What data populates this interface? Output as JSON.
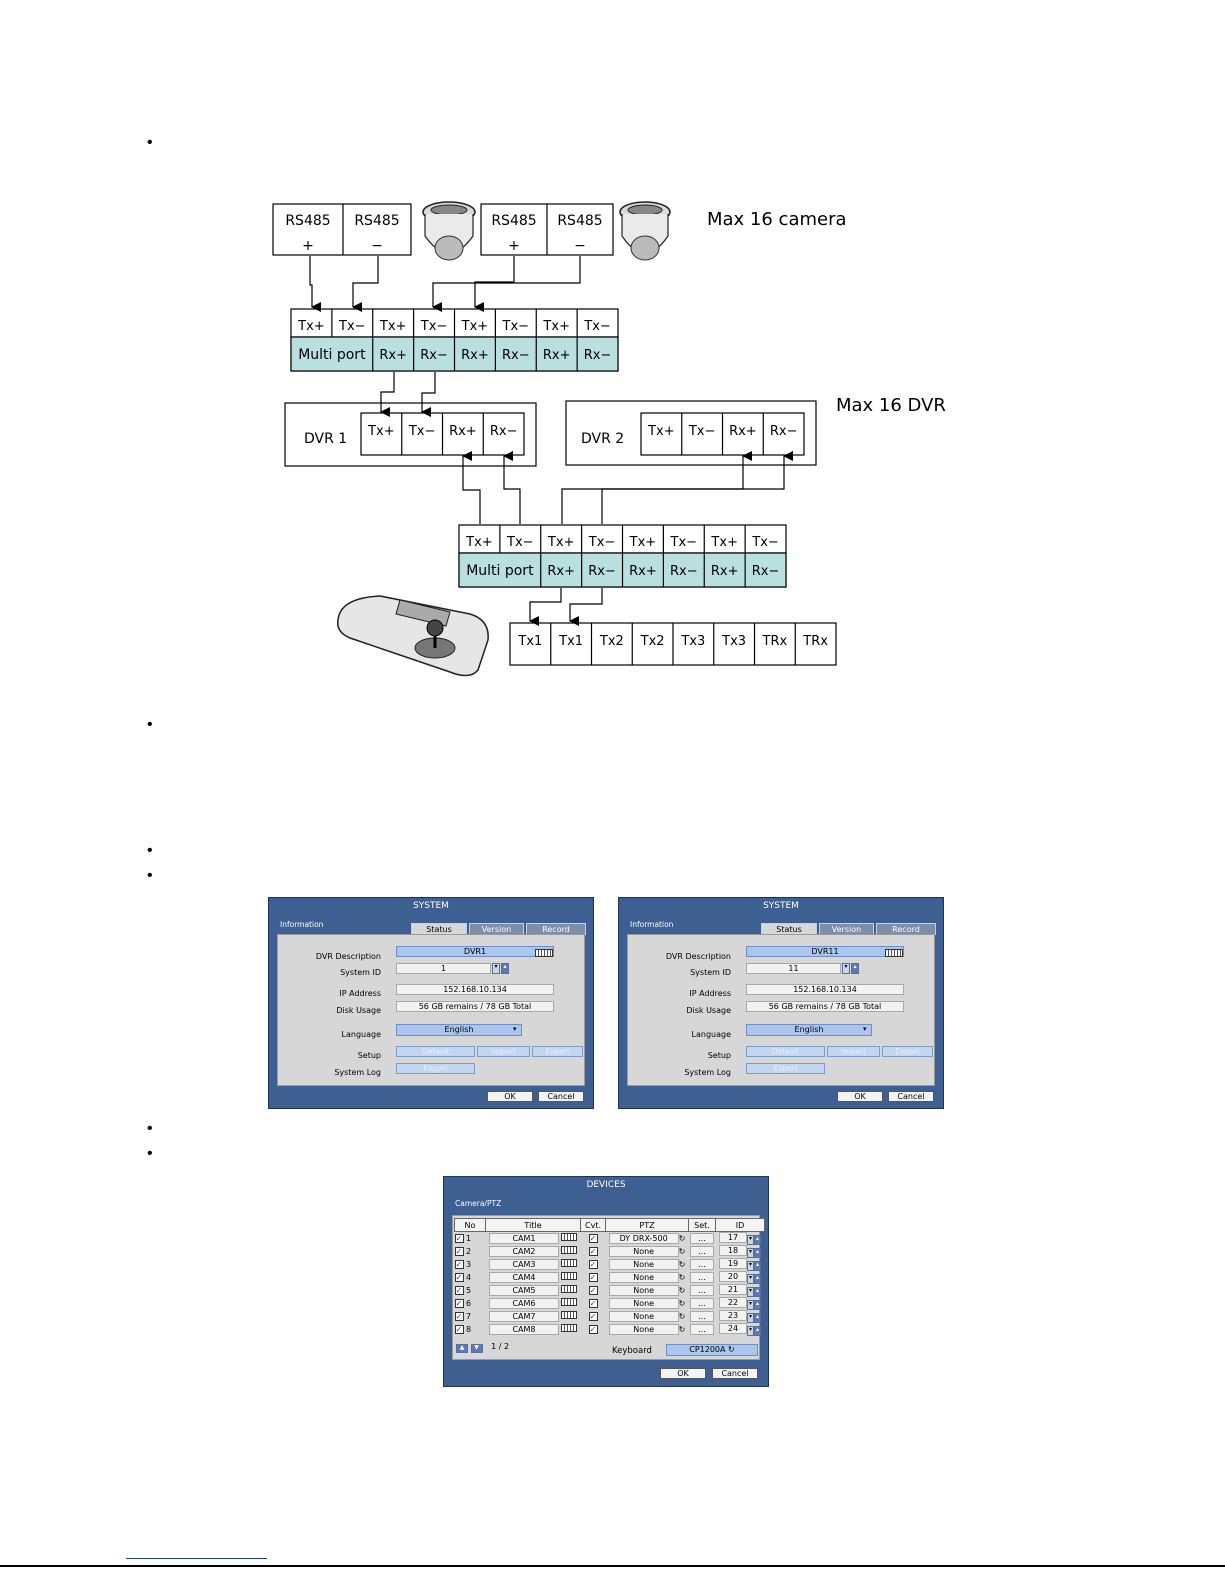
{
  "bullets": [
    "•",
    "•",
    "•",
    "•",
    "•",
    "•"
  ],
  "diagram": {
    "cams": [
      {
        "top": "RS485",
        "bottom": "+"
      },
      {
        "top": "RS485",
        "bottom": "−"
      },
      {
        "top": "RS485",
        "bottom": "+"
      },
      {
        "top": "RS485",
        "bottom": "−"
      }
    ],
    "max_camera": "Max 16 camera",
    "max_dvr": "Max 16 DVR",
    "hub_top": [
      "Tx+",
      "Tx−",
      "Tx+",
      "Tx−",
      "Tx+",
      "Tx−",
      "Tx+",
      "Tx−"
    ],
    "hub_multi": "Multi port",
    "hub_bottom": [
      "Rx+",
      "Rx−",
      "Rx+",
      "Rx−",
      "Rx+",
      "Rx−"
    ],
    "dvr1": {
      "name": "DVR 1",
      "ports": [
        "Tx+",
        "Tx−",
        "Rx+",
        "Rx−"
      ]
    },
    "dvr2": {
      "name": "DVR 2",
      "ports": [
        "Tx+",
        "Tx−",
        "Rx+",
        "Rx−"
      ]
    },
    "keyboard_ports": [
      "Tx1",
      "Tx1",
      "Tx2",
      "Tx2",
      "Tx3",
      "Tx3",
      "TRx",
      "TRx"
    ]
  },
  "system_dialogs": [
    {
      "title": "SYSTEM",
      "section": "Information",
      "tabs": [
        "Status",
        "Version",
        "Record"
      ],
      "labels": {
        "desc": "DVR Description",
        "sysid": "System ID",
        "ip": "IP Address",
        "disk": "Disk Usage",
        "lang": "Language",
        "setup": "Setup",
        "syslog": "System Log"
      },
      "desc": "DVR1",
      "sysid": "1",
      "ip": "152.168.10.134",
      "disk": "56 GB remains  /  78 GB Total",
      "lang": "English",
      "setup_buttons": [
        "Default",
        "Import",
        "Export"
      ],
      "log_button": "Export",
      "ok": "OK",
      "cancel": "Cancel"
    },
    {
      "title": "SYSTEM",
      "section": "Information",
      "tabs": [
        "Status",
        "Version",
        "Record"
      ],
      "labels": {
        "desc": "DVR Description",
        "sysid": "System ID",
        "ip": "IP Address",
        "disk": "Disk Usage",
        "lang": "Language",
        "setup": "Setup",
        "syslog": "System Log"
      },
      "desc": "DVR11",
      "sysid": "11",
      "ip": "152.168.10.134",
      "disk": "56 GB remains  /  78 GB Total",
      "lang": "English",
      "setup_buttons": [
        "Default",
        "Import",
        "Export"
      ],
      "log_button": "Export",
      "ok": "OK",
      "cancel": "Cancel"
    }
  ],
  "devices": {
    "title": "DEVICES",
    "section": "Camera/PTZ",
    "headers": [
      "No",
      "Title",
      "Cvt.",
      "PTZ",
      "Set.",
      "ID"
    ],
    "rows": [
      {
        "no": "1",
        "title": "CAM1",
        "ptz": "DY DRX-500",
        "set": "...",
        "id": "17"
      },
      {
        "no": "2",
        "title": "CAM2",
        "ptz": "None",
        "set": "...",
        "id": "18"
      },
      {
        "no": "3",
        "title": "CAM3",
        "ptz": "None",
        "set": "...",
        "id": "19"
      },
      {
        "no": "4",
        "title": "CAM4",
        "ptz": "None",
        "set": "...",
        "id": "20"
      },
      {
        "no": "5",
        "title": "CAM5",
        "ptz": "None",
        "set": "...",
        "id": "21"
      },
      {
        "no": "6",
        "title": "CAM6",
        "ptz": "None",
        "set": "...",
        "id": "22"
      },
      {
        "no": "7",
        "title": "CAM7",
        "ptz": "None",
        "set": "...",
        "id": "23"
      },
      {
        "no": "8",
        "title": "CAM8",
        "ptz": "None",
        "set": "...",
        "id": "24"
      }
    ],
    "page": "1 / 2",
    "keyboard_label": "Keyboard",
    "keyboard_value": "CP1200A",
    "ok": "OK",
    "cancel": "Cancel"
  }
}
